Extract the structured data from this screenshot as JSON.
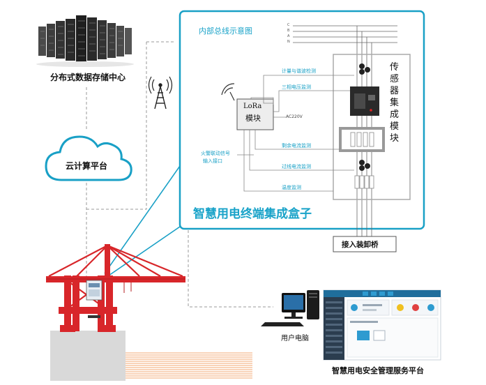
{
  "data_center_label": "分布式数据存储中心",
  "cloud_label": "云计算平台",
  "inset": {
    "title": "内部总线示意图",
    "bus_lines": [
      "C",
      "B",
      "A",
      "N"
    ],
    "lora_module": {
      "line1": "LoRa",
      "line2": "模块"
    },
    "ac_label": "AC220V",
    "fire_signal": {
      "line1": "火警联动信号",
      "line2": "输入接口"
    },
    "signals": [
      "计量与谐波检测",
      "三相电压监测",
      "剩余电流监测",
      "过线电流监测",
      "温度监测"
    ],
    "sensor_module": "传感器集成模块",
    "bottom_title": "智慧用电终端集成盒子"
  },
  "terminal_label": "接入装卸桥",
  "pc_label": "用户电脑",
  "platform_label": "智慧用电安全管理服务平台",
  "colors": {
    "accent": "#19a0c6",
    "crane": "#d8262a",
    "dashed": "#999999"
  }
}
